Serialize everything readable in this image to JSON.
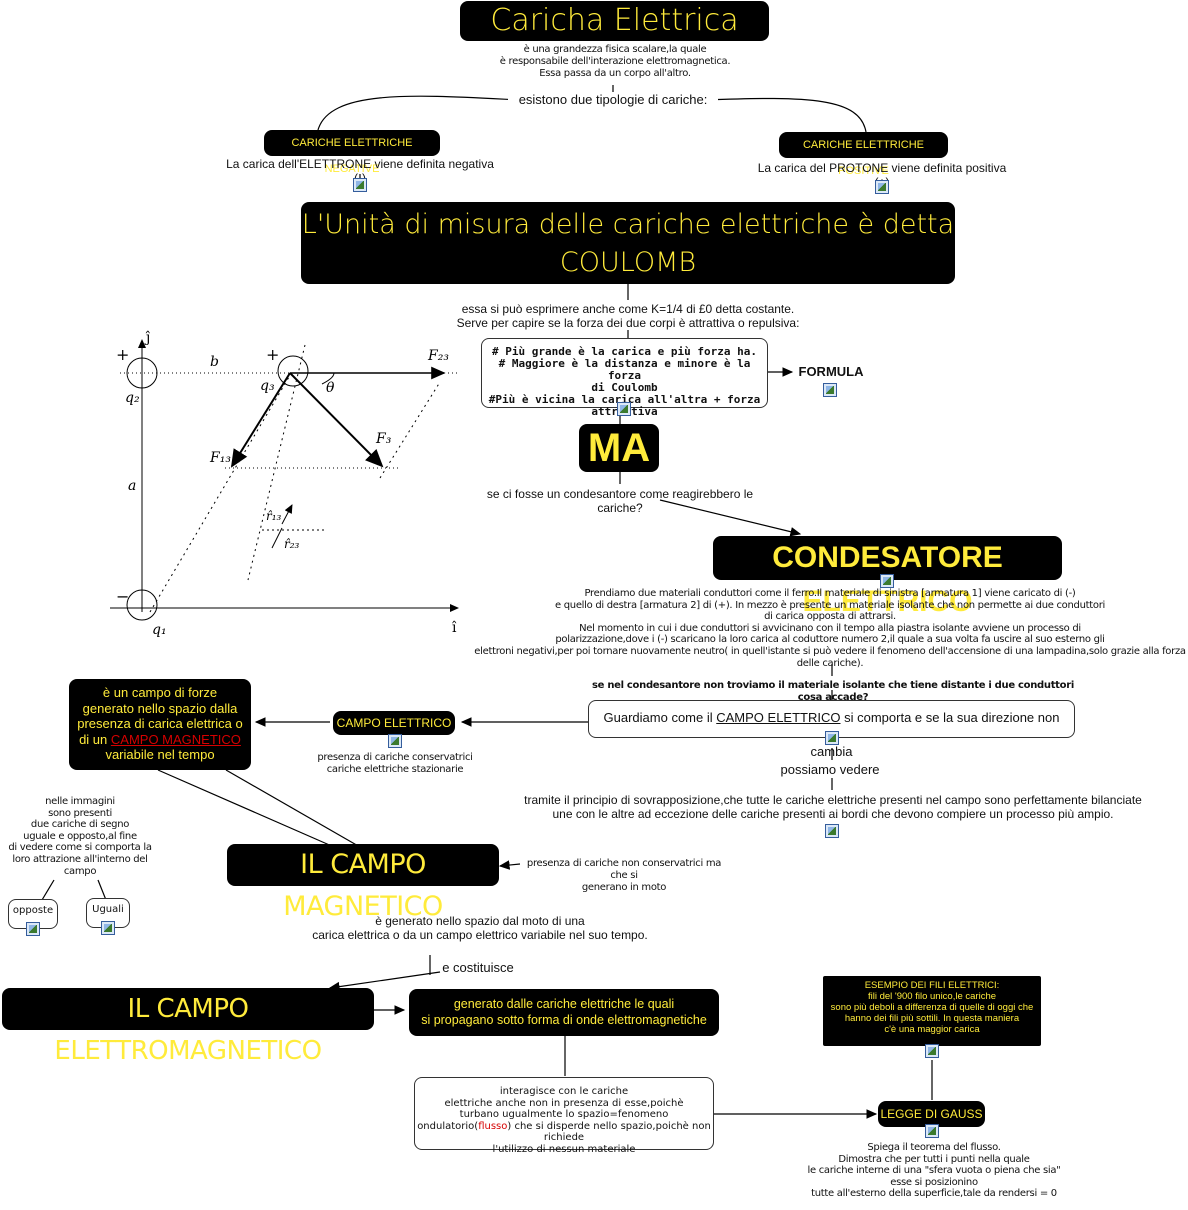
{
  "title": {
    "label": "Caricha Elettrica",
    "lines": [
      "è una grandezza fisica scalare,la quale",
      "è responsabile dell'interazione elettromagnetica.",
      "Essa passa da un corpo all'altro."
    ]
  },
  "link_two_types": "esistono due tipologie di cariche:",
  "negative": {
    "label": "CARICHE ELETTRICHE NEGATIVE",
    "desc": "La carica dell'ELETTRONE viene definita negativa (-)"
  },
  "positive": {
    "label": "CARICHE ELETTRICHE POSITIVE",
    "desc": "La carica del PROTONE viene definita positiva (+)"
  },
  "coulomb": {
    "line1": "L'Unità di misura delle cariche elettriche è detta",
    "line2": "COULOMB",
    "desc1": "essa si può esprimere anche come K=1/4 di £0 detta costante.",
    "desc2": "Serve per capire se la forza dei due corpi è attrattiva o repulsiva:"
  },
  "rules": {
    "line1": "# Più grande è la carica e più forza ha.",
    "line2": "# Maggiore è la distanza e minore è la forza",
    "line3": "di Coulomb",
    "line4": "#Più è vicina la carica all'altra + forza attrattiva"
  },
  "formula": "FORMULA",
  "ma": {
    "label": "MA",
    "question": "se ci fosse un condesantore come reagirebbero le cariche?"
  },
  "condensatore": {
    "label": "CONDESATORE ELETTRICO",
    "lines": [
      "Prendiamo due materiali conduttori come il ferro.Il materiale di sinistra [armatura 1] viene caricato di (-)",
      "e quello di destra [armatura 2] di (+). In mezzo è presente un materiale isolante che non permette ai due conduttori",
      "di carica opposta di attrarsi.",
      "Nel momento in cui i due conduttori si avvicinano con il tempo alla piastra isolante avviene un processo di",
      "polarizzazione,dove i (-) scaricano la loro carica al coduttore numero 2,il quale a sua volta fa uscire al suo esterno gli",
      "elettroni negativi,per poi tornare nuovamente neutro( in quell'istante si può vedere il fenomeno dell'accensione di una lampadina,solo grazie alla forza delle cariche)."
    ],
    "question": "se nel condesantore non troviamo il materiale isolante che tiene distante i due conduttori cosa accade?"
  },
  "guardiamo": {
    "before": "Guardiamo come il ",
    "link": "CAMPO ELETTRICO",
    "after": " si comporta e se la sua direzione non cambia"
  },
  "possiamo": {
    "label": "possiamo vedere",
    "line1": "tramite il principio di sovrapposizione,che tutte le cariche elettriche presenti nel campo sono perfettamente bilanciate",
    "line2": "une con le altre ad eccezione delle cariche presenti ai bordi che devono compiere un processo più ampio."
  },
  "campo_elettrico": {
    "label": "CAMPO ELETTRICO",
    "line1": "presenza di cariche conservatrici",
    "line2": "cariche elettriche stazionarie"
  },
  "campo_forze": {
    "line1": "è un campo di forze",
    "line2": "generato nello spazio dalla",
    "line3": "presenza di carica elettrica o",
    "line4_before": "di un ",
    "line4_link": "CAMPO MAGNETICO",
    "line5": "variabile nel tempo"
  },
  "immagini": {
    "lines": [
      "nelle immagini",
      "sono presenti",
      "due cariche di segno",
      "uguale e opposto,al fine",
      "di vedere come si comporta la",
      "loro attrazione all'interno del campo"
    ],
    "opposte": "opposte",
    "uguali": "Uguali"
  },
  "campo_magnetico": {
    "label": "IL CAMPO MAGNETICO",
    "side1": "presenza di cariche non conservatrici ma che si",
    "side2": "generano in moto",
    "desc1": "è generato nello spazio dal moto di una",
    "desc2": "carica elettrica o da un campo elettrico variabile nel suo tempo."
  },
  "costituisce": "e costituisce",
  "elettromagnetico": {
    "label": "IL CAMPO ELETTROMAGNETICO",
    "gen1": "generato dalle cariche elettriche le quali",
    "gen2": "si propagano sotto forma di onde elettromagnetiche"
  },
  "interagisce": {
    "l1": "interagisce con le cariche",
    "l2": "elettriche anche non in presenza di esse,poichè",
    "l3": "turbano ugualmente lo spazio=fenomeno",
    "l4_before": "ondulatorio(",
    "l4_red": "flusso",
    "l4_after": ") che si disperde nello spazio,poichè non richiede",
    "l5": "l'utilizzo di nessun materiale"
  },
  "fili": {
    "lines": [
      "ESEMPIO DEI FILI ELETTRICI:",
      "fili del '900 filo unico,le cariche",
      "sono più deboli a differenza di quelle di oggi che",
      "hanno dei fili più sottili. In questa maniera",
      "c'è una maggior carica"
    ]
  },
  "gauss": {
    "label": "LEGGE DI GAUSS",
    "lines": [
      "Spiega il teorema del flusso.",
      "Dimostra che per tutti i punti nella quale",
      "le cariche interne di una \"sfera vuota o piena che sia\"",
      "esse si posizionino",
      "tutte all'esterno della superficie,tale da rendersi = 0"
    ]
  },
  "figure": {
    "j": "ĵ",
    "i": "î",
    "b": "b",
    "a": "a",
    "q1": "q₁",
    "q2": "q₂",
    "q3": "q₃",
    "plus": "+",
    "minus": "−",
    "f23": "F₂₃",
    "f13": "F₁₃",
    "f3": "F₃",
    "theta": "θ",
    "r13": "r̂₁₃",
    "r23": "r̂₂₃"
  },
  "colors": {
    "node_bg": "#000000",
    "node_text": "#ffeb3b",
    "link_red": "#d60000"
  }
}
